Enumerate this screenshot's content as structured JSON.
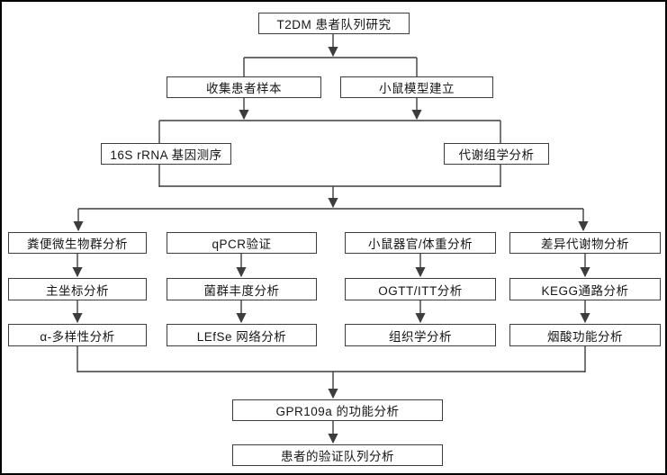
{
  "colors": {
    "background": "#ffffff",
    "frame": "#000000",
    "line": "#3d3d3d",
    "box_border": "#3d3d3d",
    "box_fill": "#ffffff",
    "text": "#161616"
  },
  "nodes": {
    "t2dm": {
      "label": "T2DM 患者队列研究"
    },
    "collect_samples": {
      "label": "收集患者样本"
    },
    "mouse_model": {
      "label": "小鼠模型建立"
    },
    "rrna_seq": {
      "label": "16S rRNA 基因测序"
    },
    "metabolomics": {
      "label": "代谢组学分析"
    },
    "fecal_microbiota": {
      "label": "粪便微生物群分析"
    },
    "qpcr": {
      "label": "qPCR验证"
    },
    "mouse_organ": {
      "label": "小鼠器官/体重分析"
    },
    "diff_metabolites": {
      "label": "差异代谢物分析"
    },
    "pcoa": {
      "label": "主坐标分析"
    },
    "abundance": {
      "label": "菌群丰度分析"
    },
    "ogtt": {
      "label": "OGTT/ITT分析"
    },
    "kegg": {
      "label": "KEGG通路分析"
    },
    "alpha_diversity": {
      "label": "α-多样性分析"
    },
    "lefse": {
      "label": "LEfSe 网络分析"
    },
    "histology": {
      "label": "组织学分析"
    },
    "niacin": {
      "label": "烟酸功能分析"
    },
    "gpr109a": {
      "label": "GPR109a 的功能分析"
    },
    "validation_cohort": {
      "label": "患者的验证队列分析"
    }
  },
  "edges": [
    {
      "from": "t2dm",
      "to": "collect_samples"
    },
    {
      "from": "t2dm",
      "to": "mouse_model"
    },
    {
      "from": "collect_samples",
      "to": "rrna_seq"
    },
    {
      "from": "collect_samples",
      "to": "metabolomics"
    },
    {
      "from": "mouse_model",
      "to": "rrna_seq"
    },
    {
      "from": "mouse_model",
      "to": "metabolomics"
    },
    {
      "from": "rrna_seq",
      "to": "fecal_microbiota"
    },
    {
      "from": "rrna_seq",
      "to": "diff_metabolites"
    },
    {
      "from": "metabolomics",
      "to": "fecal_microbiota"
    },
    {
      "from": "metabolomics",
      "to": "diff_metabolites"
    },
    {
      "from": "fecal_microbiota",
      "to": "pcoa"
    },
    {
      "from": "pcoa",
      "to": "alpha_diversity"
    },
    {
      "from": "qpcr",
      "to": "abundance"
    },
    {
      "from": "abundance",
      "to": "lefse"
    },
    {
      "from": "mouse_organ",
      "to": "ogtt"
    },
    {
      "from": "ogtt",
      "to": "histology"
    },
    {
      "from": "diff_metabolites",
      "to": "kegg"
    },
    {
      "from": "kegg",
      "to": "niacin"
    },
    {
      "from": "alpha_diversity",
      "to": "gpr109a"
    },
    {
      "from": "niacin",
      "to": "gpr109a"
    },
    {
      "from": "gpr109a",
      "to": "validation_cohort"
    }
  ]
}
